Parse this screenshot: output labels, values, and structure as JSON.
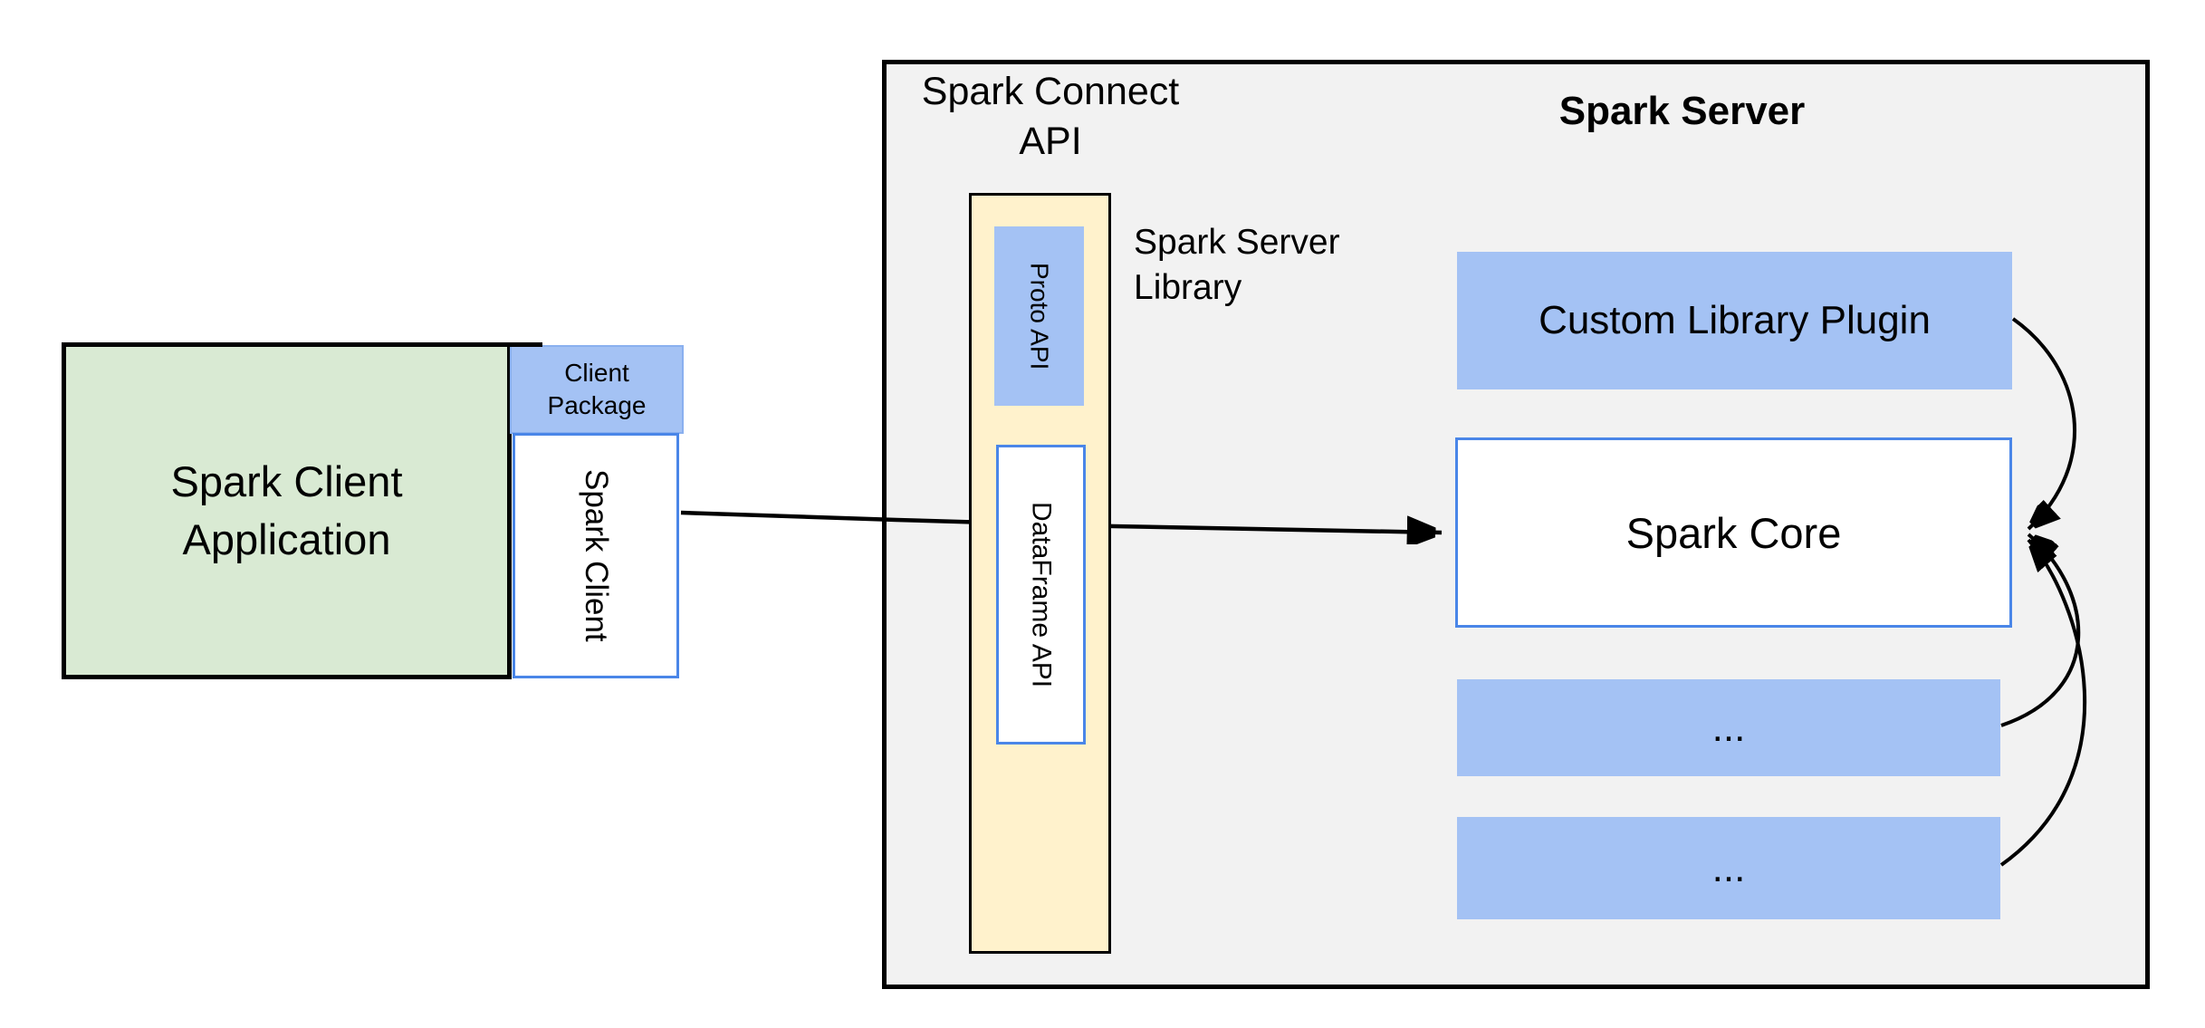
{
  "diagram": {
    "client": {
      "application_label_lines": [
        "Spark Client",
        "Application"
      ],
      "package_label_lines": [
        "Client",
        "Package"
      ],
      "spark_client_label": "Spark Client"
    },
    "connect_api": {
      "title_lines": [
        "Spark Connect",
        "API"
      ],
      "library_label_lines": [
        "Spark Server",
        "Library"
      ],
      "proto_api_label": "Proto  API",
      "dataframe_api_label": "DataFrame API"
    },
    "server": {
      "title": "Spark Server",
      "plugin_label": "Custom Library Plugin",
      "core_label": "Spark Core",
      "ellipsis_label_1": "...",
      "ellipsis_label_2": "..."
    },
    "colors": {
      "green_fill": "#d9ead3",
      "blue_fill": "#a4c2f4",
      "yellow_fill": "#fff2cc",
      "gray_fill": "#f2f2f2",
      "blue_border": "#4a86e8",
      "line_black": "#000000",
      "page_background": "#ffffff"
    }
  }
}
